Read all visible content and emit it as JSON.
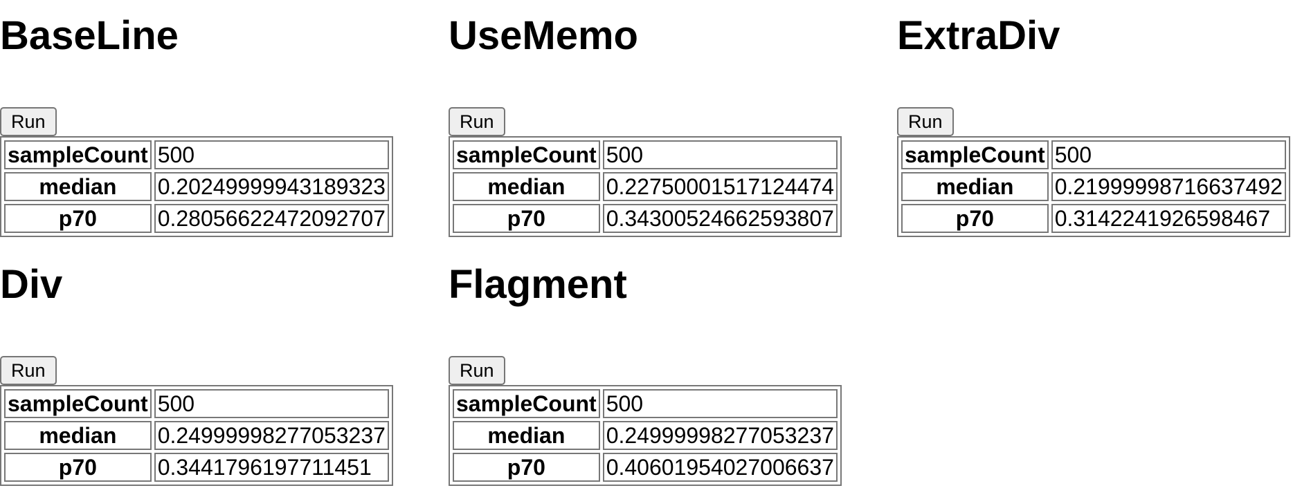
{
  "panels": [
    {
      "title": "BaseLine",
      "run_label": "Run",
      "rows": [
        {
          "label": "sampleCount",
          "value": "500"
        },
        {
          "label": "median",
          "value": "0.20249999943189323"
        },
        {
          "label": "p70",
          "value": "0.28056622472092707"
        }
      ]
    },
    {
      "title": "UseMemo",
      "run_label": "Run",
      "rows": [
        {
          "label": "sampleCount",
          "value": "500"
        },
        {
          "label": "median",
          "value": "0.22750001517124474"
        },
        {
          "label": "p70",
          "value": "0.34300524662593807"
        }
      ]
    },
    {
      "title": "ExtraDiv",
      "run_label": "Run",
      "rows": [
        {
          "label": "sampleCount",
          "value": "500"
        },
        {
          "label": "median",
          "value": "0.21999998716637492"
        },
        {
          "label": "p70",
          "value": "0.3142241926598467"
        }
      ]
    },
    {
      "title": "Div",
      "run_label": "Run",
      "rows": [
        {
          "label": "sampleCount",
          "value": "500"
        },
        {
          "label": "median",
          "value": "0.24999998277053237"
        },
        {
          "label": "p70",
          "value": "0.3441796197711451"
        }
      ]
    },
    {
      "title": "Flagment",
      "run_label": "Run",
      "rows": [
        {
          "label": "sampleCount",
          "value": "500"
        },
        {
          "label": "median",
          "value": "0.24999998277053237"
        },
        {
          "label": "p70",
          "value": "0.40601954027006637"
        }
      ]
    }
  ]
}
